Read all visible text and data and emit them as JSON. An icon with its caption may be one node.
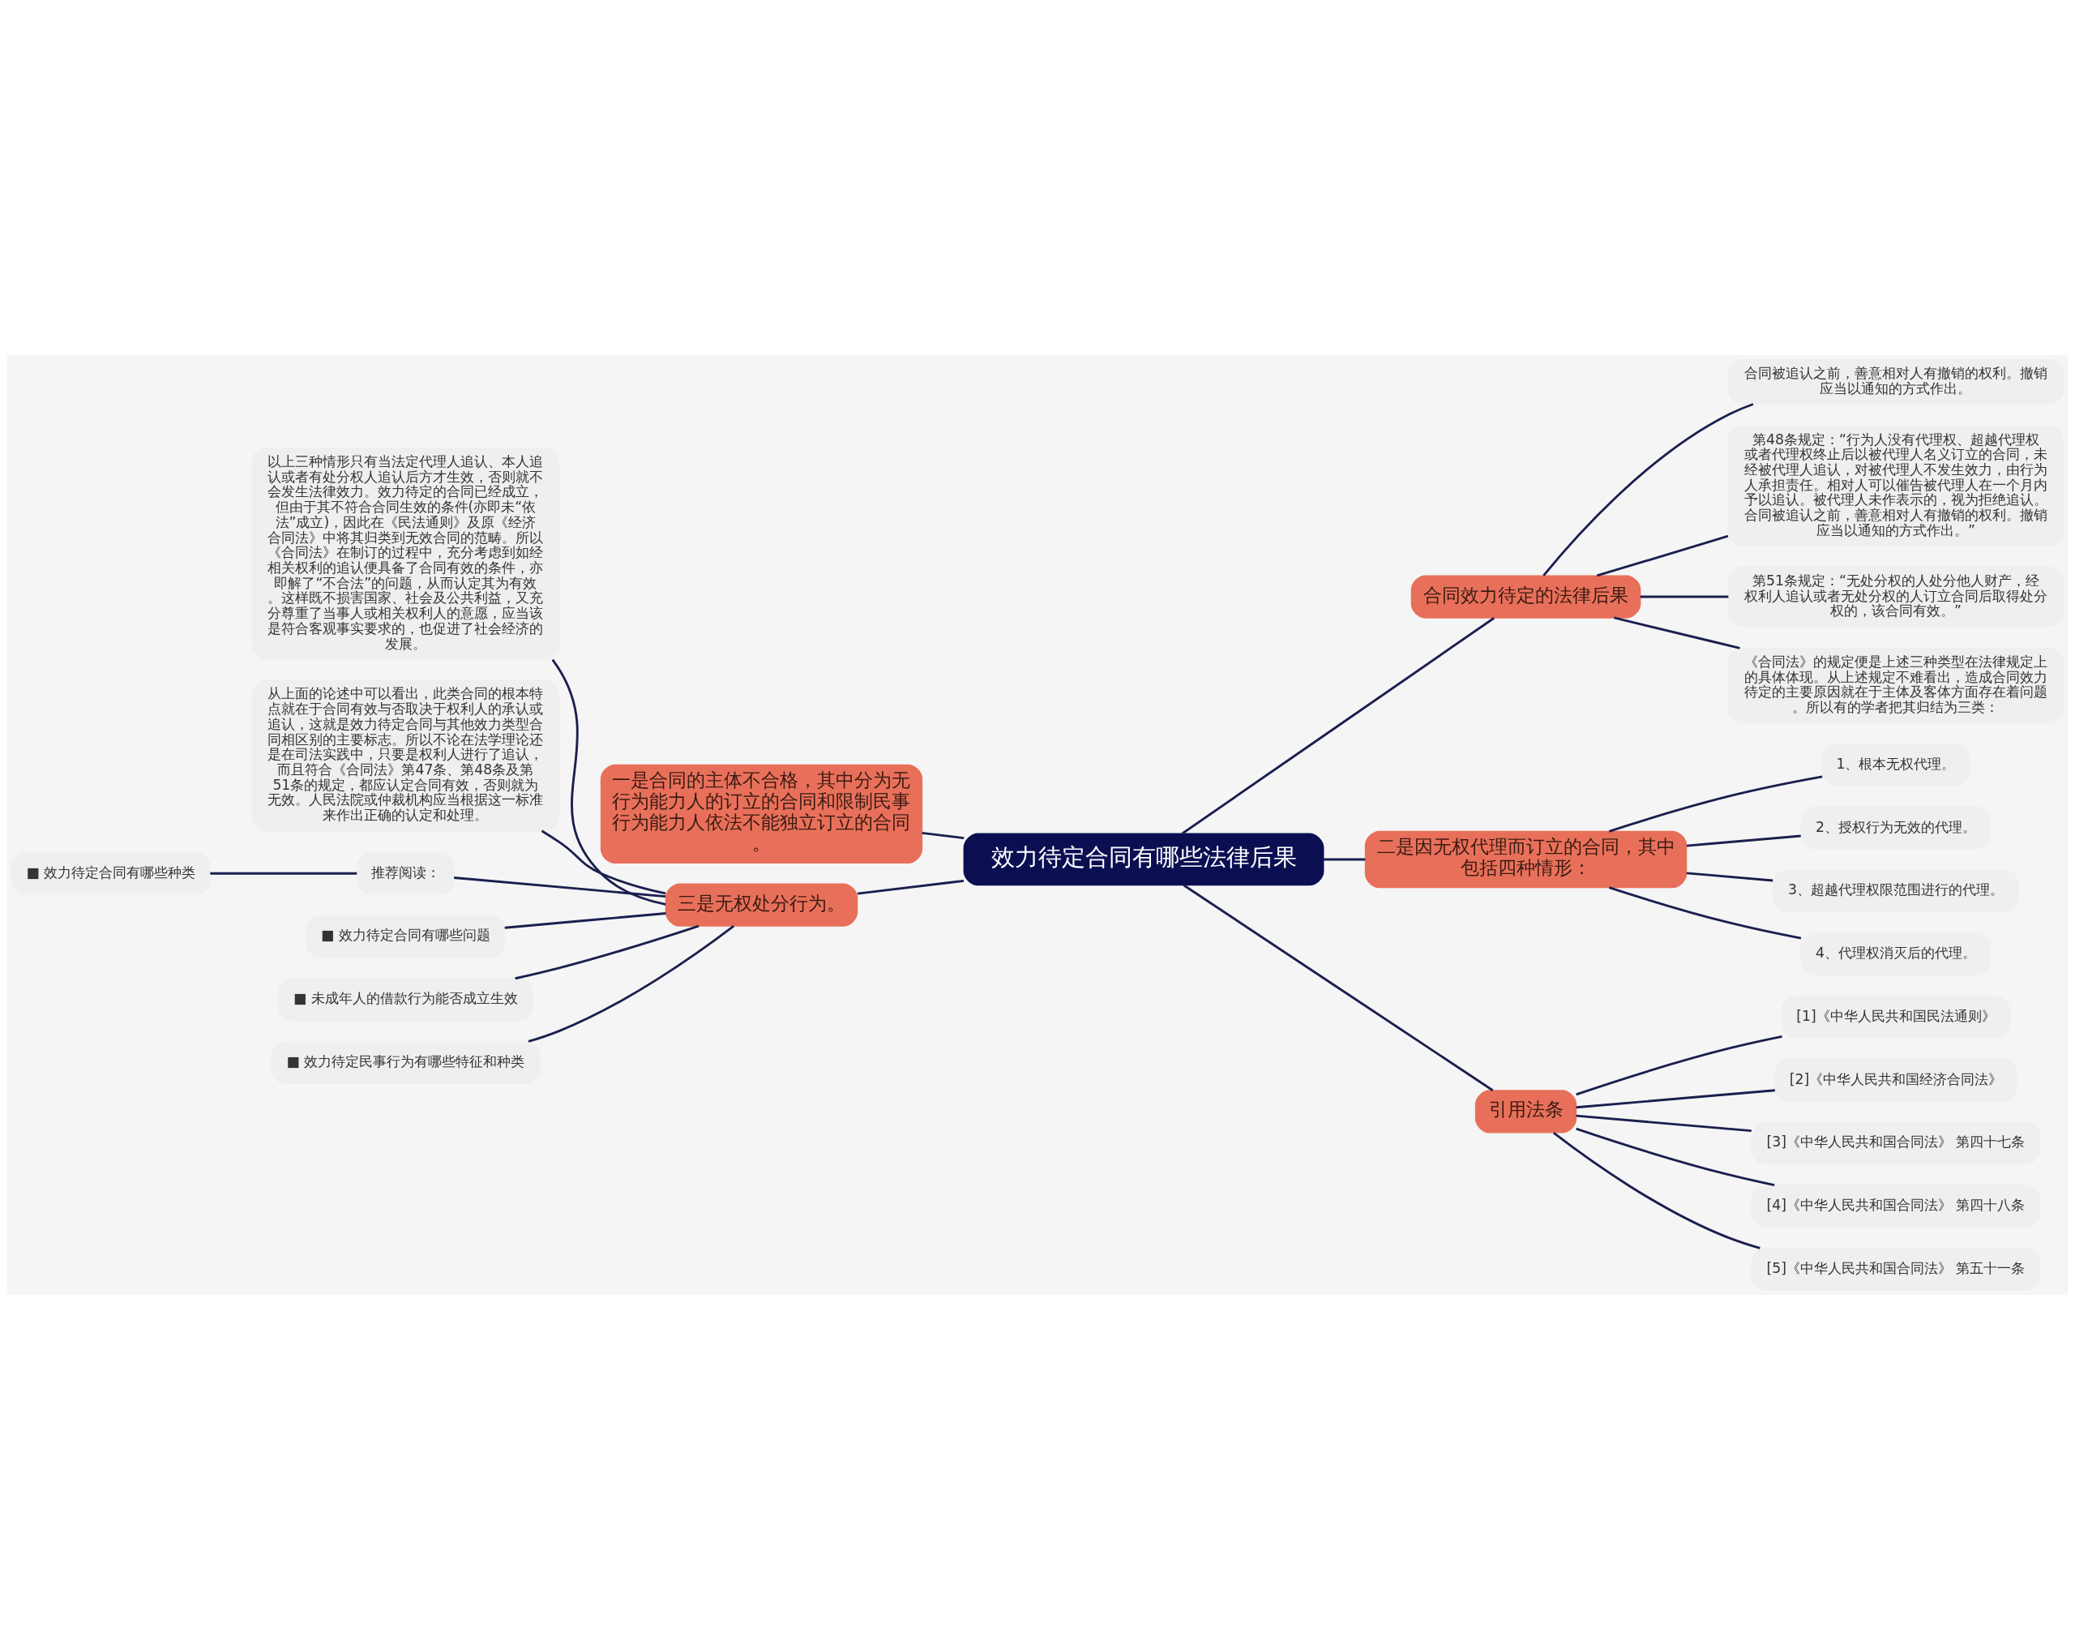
{
  "diagram": {
    "nodes": [
      {
        "text": [
          "效力待定合同有哪些法律后果"
        ]
      },
      {
        "text": [
          "一是合同的主体不合格，其中分为无行为能力人的订立的合同和限制民事行为能力人依法不能独立订立的合同。"
        ]
      },
      {
        "text": [
          "三是无权处分行为。"
        ]
      },
      {
        "text": [
          "以上三种情形只有当法定代理人追认、本人追认或者有处分权人追认后方才生效，否则就不会发生法律效力。效力待定的合同已经成立，但由于其不符合合同生效的条件(亦即未“依法”成立)，因此在《民法通则》及原《经济合同法》中将其归类到无效合同的范畴。所以《合同法》在制订的过程中，充分考虑到如经相关权利的追认便具备了合同有效的条件，亦即解了“不合法”的问题，从而认定其为有效。这样既不损害国家、社会及公共利益，又充分尊重了当事人或相关权利人的意愿，应当该是符合客观事实要求的，也促进了社会经济的发展。"
        ]
      },
      {
        "text": [
          "从上面的论述中可以看出，此类合同的根本特点就在于合同有效与否取决于权利人的承认或追认，这就是效力待定合同与其他效力类型合同相区别的主要标志。所以不论在法学理论还是在司法实践中，只要是权利人进行了追认，而且符合《合同法》第47条、第48条及第51条的规定，都应认定合同有效，否则就为无效。人民法院或仲裁机构应当根据这一标准来作出正确的认定和处理。"
        ]
      },
      {
        "text": [
          "推荐阅读："
        ]
      },
      {
        "text": [
          "■ 效力待定合同有哪些种类"
        ]
      },
      {
        "text": [
          "■ 效力待定合同有哪些问题"
        ]
      },
      {
        "text": [
          "■ 未成年人的借款行为能否成立生效"
        ]
      },
      {
        "text": [
          "■ 效力待定民事行为有哪些特征和种类"
        ]
      },
      {
        "text": [
          "合同效力待定的法律后果"
        ]
      },
      {
        "text": [
          "合同被追认之前，善意相对人有撤销的权利。撤销应当以通知的方式作出。"
        ]
      },
      {
        "text": [
          "第48条规定：“行为人没有代理权、超越代理权或者代理权终止后以被代理人名义订立的合同，未经被代理人追认，对被代理人不发生效力，由行为人承担责任。相对人可以催告被代理人在一个月内予以追认。被代理人未作表示的，视为拒绝追认。合同被追认之前，善意相对人有撤销的权利。撤销应当以通知的方式作出。”"
        ]
      },
      {
        "text": [
          "第51条规定：“无处分权的人处分他人财产，经权利人追认或者无处分权的人订立合同后取得处分权的，该合同有效。”"
        ]
      },
      {
        "text": [
          "《合同法》的规定便是上述三种类型在法律规定上的具体体现。从上述规定不难看出，造成合同效力待定的主要原因就在于主体及客体方面存在着问题。所以有的学者把其归结为三类："
        ]
      },
      {
        "text": [
          "二是因无权代理而订立的合同，其中包括四种情形："
        ]
      },
      {
        "text": [
          "1、根本无权代理。"
        ]
      },
      {
        "text": [
          "2、授权行为无效的代理。"
        ]
      },
      {
        "text": [
          "3、超越代理权限范围进行的代理。"
        ]
      },
      {
        "text": [
          "4、代理权消灭后的代理。"
        ]
      },
      {
        "text": [
          "引用法条"
        ]
      },
      {
        "text": [
          "[1]《中华人民共和国民法通则》"
        ]
      },
      {
        "text": [
          "[2]《中华人民共和国经济合同法》"
        ]
      },
      {
        "text": [
          "[3]《中华人民共和国合同法》 第四十七条"
        ]
      },
      {
        "text": [
          "[4]《中华人民共和国合同法》 第四十八条"
        ]
      },
      {
        "text": [
          "[5]《中华人民共和国合同法》 第五十一条"
        ]
      }
    ],
    "edges": [
      {
        "from": 0,
        "to": 1,
        "arrow": "none"
      },
      {
        "from": 0,
        "to": 2,
        "arrow": "none"
      },
      {
        "from": 2,
        "to": 3,
        "arrow": "none"
      },
      {
        "from": 2,
        "to": 4,
        "arrow": "none"
      },
      {
        "from": 2,
        "to": 5,
        "arrow": "none"
      },
      {
        "from": 5,
        "to": 6,
        "arrow": "none"
      },
      {
        "from": 2,
        "to": 7,
        "arrow": "none"
      },
      {
        "from": 2,
        "to": 8,
        "arrow": "none"
      },
      {
        "from": 2,
        "to": 9,
        "arrow": "none"
      },
      {
        "from": 0,
        "to": 10,
        "arrow": "none"
      },
      {
        "from": 10,
        "to": 11,
        "arrow": "none"
      },
      {
        "from": 10,
        "to": 12,
        "arrow": "none"
      },
      {
        "from": 10,
        "to": 13,
        "arrow": "none"
      },
      {
        "from": 10,
        "to": 14,
        "arrow": "none"
      },
      {
        "from": 0,
        "to": 15,
        "arrow": "none"
      },
      {
        "from": 15,
        "to": 16,
        "arrow": "none"
      },
      {
        "from": 15,
        "to": 17,
        "arrow": "none"
      },
      {
        "from": 15,
        "to": 18,
        "arrow": "none"
      },
      {
        "from": 15,
        "to": 19,
        "arrow": "none"
      },
      {
        "from": 0,
        "to": 20,
        "arrow": "none"
      },
      {
        "from": 20,
        "to": 21,
        "arrow": "none"
      },
      {
        "from": 20,
        "to": 22,
        "arrow": "none"
      },
      {
        "from": 20,
        "to": 23,
        "arrow": "none"
      },
      {
        "from": 20,
        "to": 24,
        "arrow": "none"
      },
      {
        "from": 20,
        "to": 25,
        "arrow": "none"
      }
    ]
  }
}
